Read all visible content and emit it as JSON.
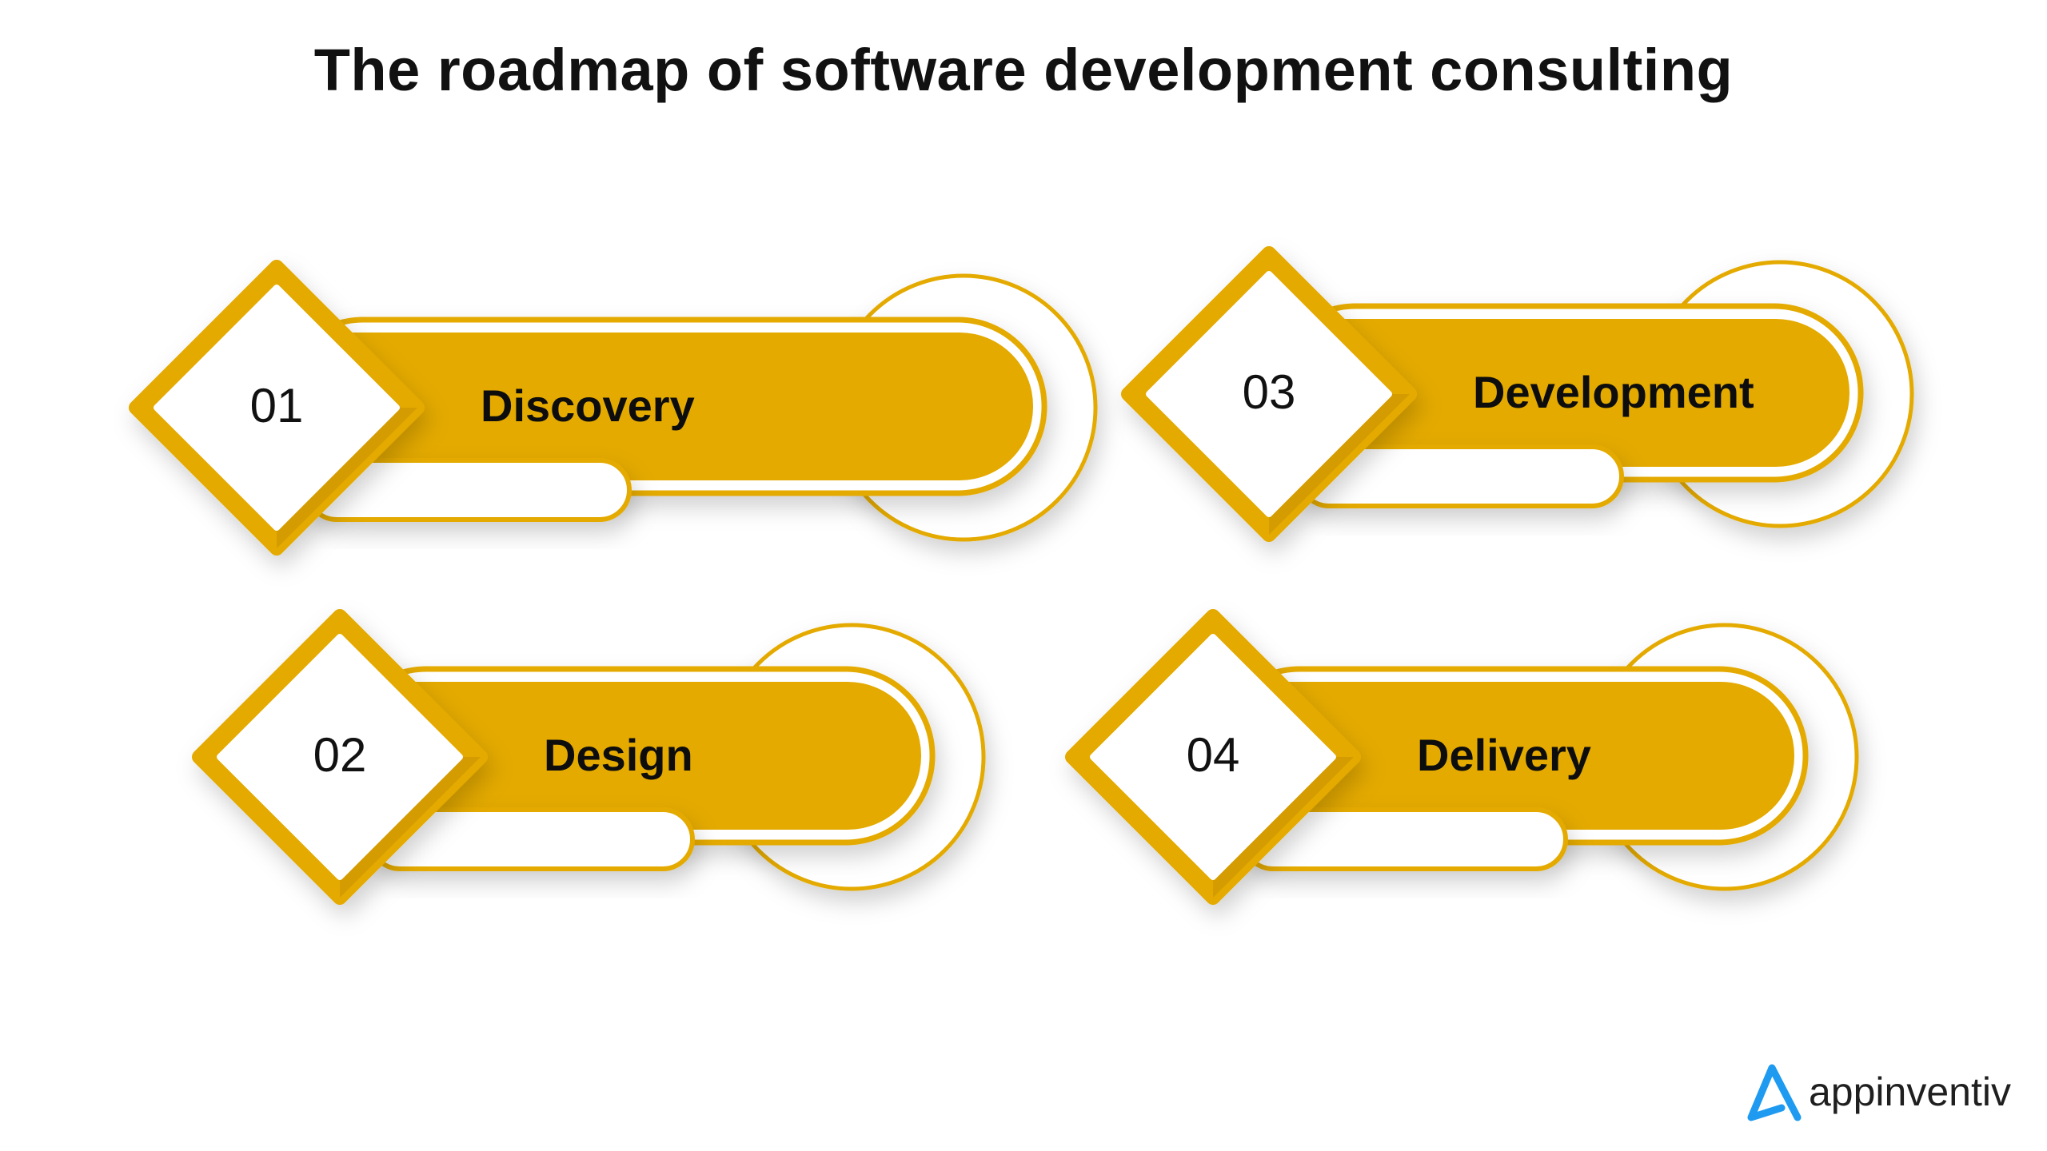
{
  "title": "The roadmap of software development consulting",
  "colors": {
    "gold": "#E4AA00",
    "gold_dark": "#C99300",
    "logo_blue": "#1E9BF0"
  },
  "steps": [
    {
      "number": "01",
      "label": "Discovery"
    },
    {
      "number": "02",
      "label": "Design"
    },
    {
      "number": "03",
      "label": "Development"
    },
    {
      "number": "04",
      "label": "Delivery"
    }
  ],
  "logo": {
    "text": "appinventiv"
  }
}
